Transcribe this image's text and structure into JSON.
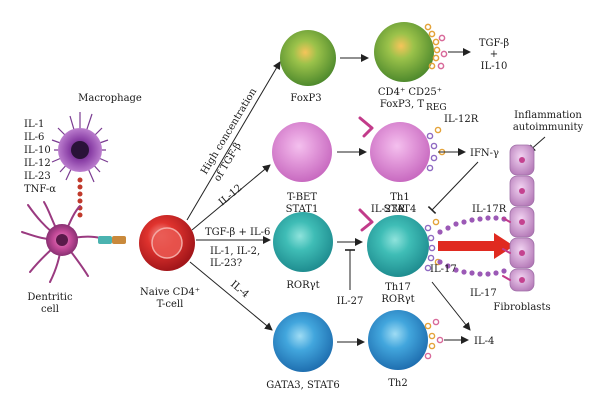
{
  "labels": {
    "macrophage": "Macrophage",
    "cytokines_macrophage": [
      "IL-1",
      "IL-6",
      "IL-10",
      "IL-12",
      "IL-23",
      "TNF-α"
    ],
    "dendritic_cell": [
      "Dentritic",
      "cell"
    ],
    "naive_cell": [
      "Naive CD4⁺",
      "T-cell"
    ],
    "high_tgf": [
      "High concentration",
      "of TGF-β"
    ],
    "il12_arrow": "IL-12",
    "tgf_il6": "TGF-β + IL-6",
    "il1_il2": [
      "IL-1, IL-2,",
      "IL-23?"
    ],
    "il4_arrow": "IL-4",
    "foxp3": "FoxP3",
    "treg": [
      "CD4⁺ CD25⁺",
      "FoxP3, T",
      "REG"
    ],
    "tgf_il10": [
      "TGF-β",
      "+",
      "IL-10"
    ],
    "tbet": [
      "T-BET",
      "STAT1"
    ],
    "th1": [
      "Th1",
      "STAT4"
    ],
    "il12r": "IL-12R",
    "ifn": "IFN-γ",
    "inflammation": [
      "Inflammation",
      "autoimmunity"
    ],
    "il23r": "IL-23R",
    "rorgt_left": "RORγt",
    "il27": "IL-27",
    "th17": [
      "Th17",
      "RORγt"
    ],
    "il17r": "IL-17R",
    "il17_a": "IL-17",
    "il17_b": "IL-17",
    "fibroblasts": "Fibroblasts",
    "gata3": "GATA3, STAT6",
    "th2": "Th2",
    "il4_out": "IL-4"
  },
  "colors": {
    "treg_cell": "#6aa03a",
    "th1_cell": "#e39ad6",
    "tbet_cell": "#e6a9df",
    "th17_cell": "#39b7b4",
    "th2_cell": "#3a9ad6",
    "naive_cell": "#d8262b",
    "macrophage": "#7a3b91",
    "dendritic": "#c0539a",
    "fibroblast": "#d9a6da",
    "red_arrow": "#e02a20",
    "receptor_purple": "#9b59b6"
  }
}
